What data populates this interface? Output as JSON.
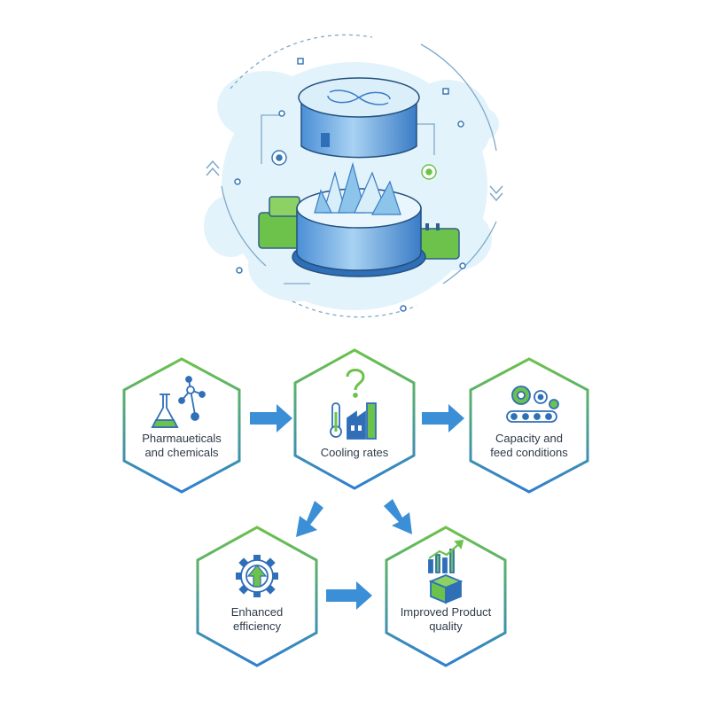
{
  "nodes": [
    {
      "id": "pharma",
      "label": "Pharmaueticals\nand chemicals",
      "icon": "flask-molecule-icon"
    },
    {
      "id": "cooling",
      "label": "Cooling rates",
      "icon": "thermometer-factory-icon"
    },
    {
      "id": "capacity",
      "label": "Capacity and\nfeed conditions",
      "icon": "gears-conveyor-icon"
    },
    {
      "id": "efficiency",
      "label": "Enhanced\nefficiency",
      "icon": "gear-arrow-up-icon"
    },
    {
      "id": "quality",
      "label": "Improved Product\nquality",
      "icon": "chart-box-icon"
    }
  ],
  "edges": [
    {
      "from": "pharma",
      "to": "cooling"
    },
    {
      "from": "cooling",
      "to": "capacity"
    },
    {
      "from": "cooling",
      "to": "efficiency"
    },
    {
      "from": "cooling",
      "to": "quality"
    },
    {
      "from": "efficiency",
      "to": "quality"
    }
  ],
  "colors": {
    "gradient_top": "#6cc24a",
    "gradient_bottom": "#2f7fd0",
    "arrow": "#3b8fd6",
    "icon_blue": "#2f6fb8",
    "icon_green": "#6cc24a",
    "crystal_light": "#d8eef9",
    "crystal_mid": "#8cc4ea"
  },
  "illustration": {
    "name": "crystallizer-vessel"
  }
}
